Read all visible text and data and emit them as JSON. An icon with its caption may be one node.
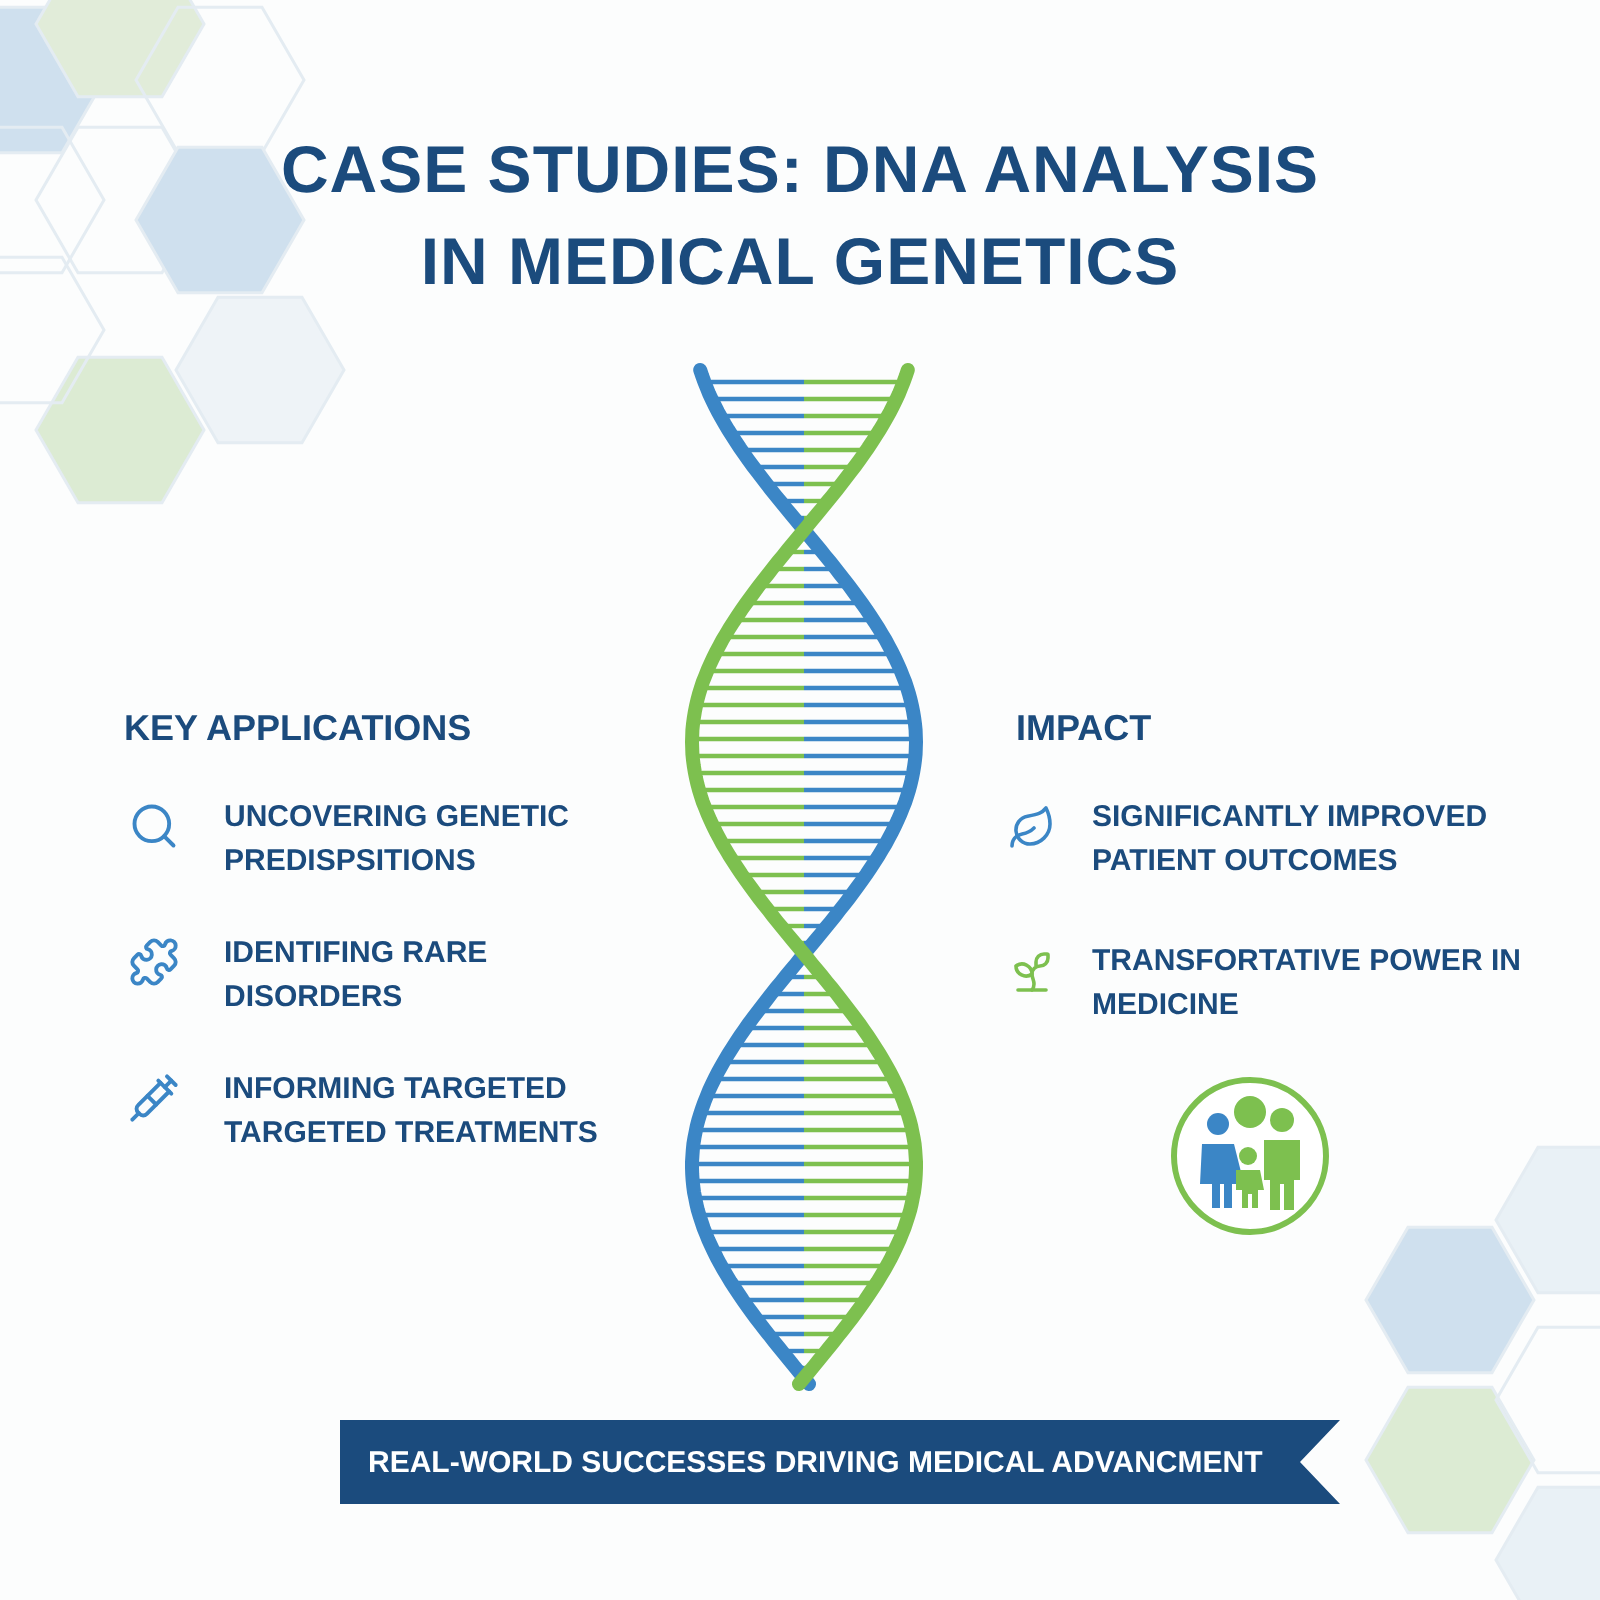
{
  "diagram": {
    "title": "CASE STUDIES: DNA ANALYSIS IN MEDICAL GENETICS",
    "nodes": [
      {
        "text": [
          "REAL-WORLD SUCCESSES DRIVING MEDICAL ADVANCMENT"
        ]
      }
    ],
    "labels": [
      "KEY APPLICATIONS",
      "UNCOVERING GENETIC PREDISPSITIONS",
      "IDENTIFING RARE DISORDERS",
      "INFORMING TARGETED TARGETED TREATMENTS",
      "IMPACT",
      "SIGNIFICANTLY IMPROVED PATIENT OUTCOMES",
      "TRANSFORTATIVE POWER IN MEDICINE"
    ]
  }
}
